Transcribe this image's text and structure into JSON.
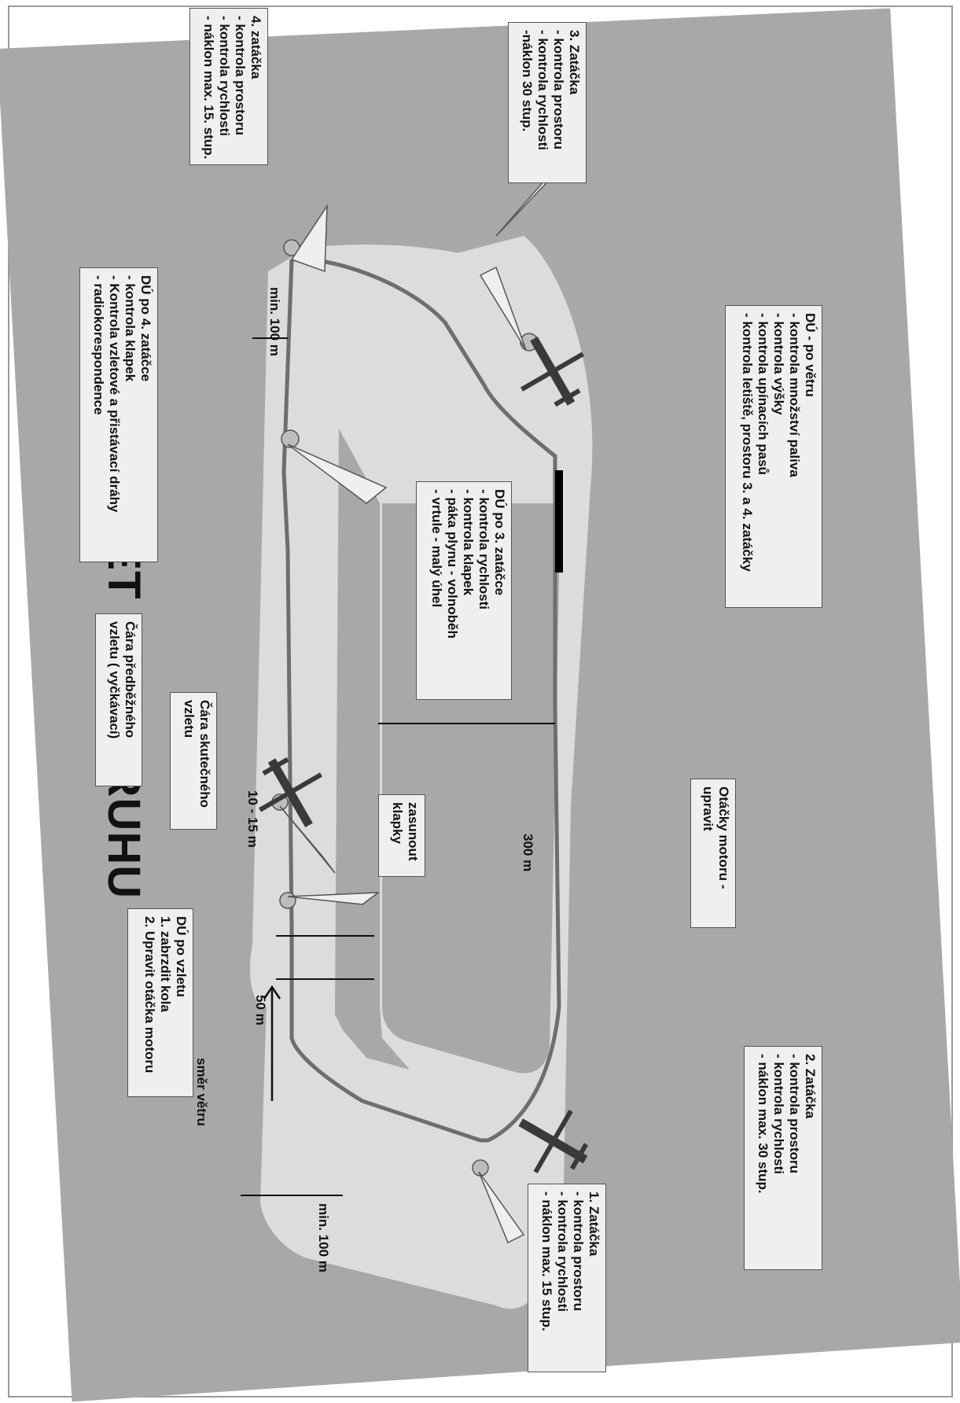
{
  "title": "LET PO OKRUHU",
  "labels": {
    "turn4": {
      "title": "4. zatáčka",
      "lines": [
        "- kontrola prostoru",
        "- kontrola rychlosti",
        "- náklon max. 15. stup."
      ]
    },
    "turn3": {
      "title": "3. Zatáčka",
      "lines": [
        "- kontrola prostoru",
        "- kontrola rychlosti",
        "-náklon 30 stup."
      ]
    },
    "du_downwind": {
      "title": "DÚ - po větru",
      "lines": [
        "- kontrola množství paliva",
        "- kontrola výšky",
        "- kontrola upínacích pasů",
        "- kontrola letiště, prostoru 3. a 4. zatáčky"
      ]
    },
    "du_after4": {
      "title": "DÚ po 4. zatáčce",
      "lines": [
        "- kontrola klapek",
        "- Kontrola vzletové a přistávací dráhy",
        "- radiokorespondence"
      ]
    },
    "du_after3": {
      "title": "DÚ po 3. zatáčce",
      "lines": [
        "- kontrola rychlosti",
        "- kontrola klapek",
        "- páka plynu - volnoběh",
        "- vrtule - malý úhel"
      ]
    },
    "preliminary_line": {
      "title": "Čára předběžného",
      "lines": [
        "vzletu ( vyčkávací)"
      ]
    },
    "actual_line": {
      "title": "Čára skutečného",
      "lines": [
        "vzletu"
      ]
    },
    "engine_rpm": {
      "title": "Otáčky motoru -",
      "lines": [
        "upravit"
      ]
    },
    "flaps": {
      "title": "zasunout",
      "lines": [
        "klapky"
      ]
    },
    "du_after_takeoff": {
      "title": "DÚ po vzletu",
      "lines": [
        "1. zabrzdit kola",
        "2. Upravit otáčka motoru"
      ]
    },
    "turn2": {
      "title": "2. Zatáčka",
      "lines": [
        "- kontrola prostoru",
        "- kontrola rychlosti",
        "- náklon max. 30 stup."
      ]
    },
    "turn1": {
      "title": "1. Zatáčka",
      "lines": [
        "- kontrola prostoru",
        "- kontrola rychlosti",
        "- náklon max. 15 stup."
      ]
    }
  },
  "dimensions": {
    "min100_top": "min. 100 m",
    "d300": "300 m",
    "d10_15": "10 - 15 m",
    "d50": "50 m",
    "min100_bottom": "min. 100 m",
    "wind": "směr větru"
  },
  "colors": {
    "field": "#a8a8a8",
    "pattern_area": "#dcdcdc",
    "inner_area": "#a8a8a8",
    "track": "#6e6e6e",
    "runway": "#000000",
    "aircraft": "#3a3a3a",
    "callout_bg": "#efefef"
  }
}
